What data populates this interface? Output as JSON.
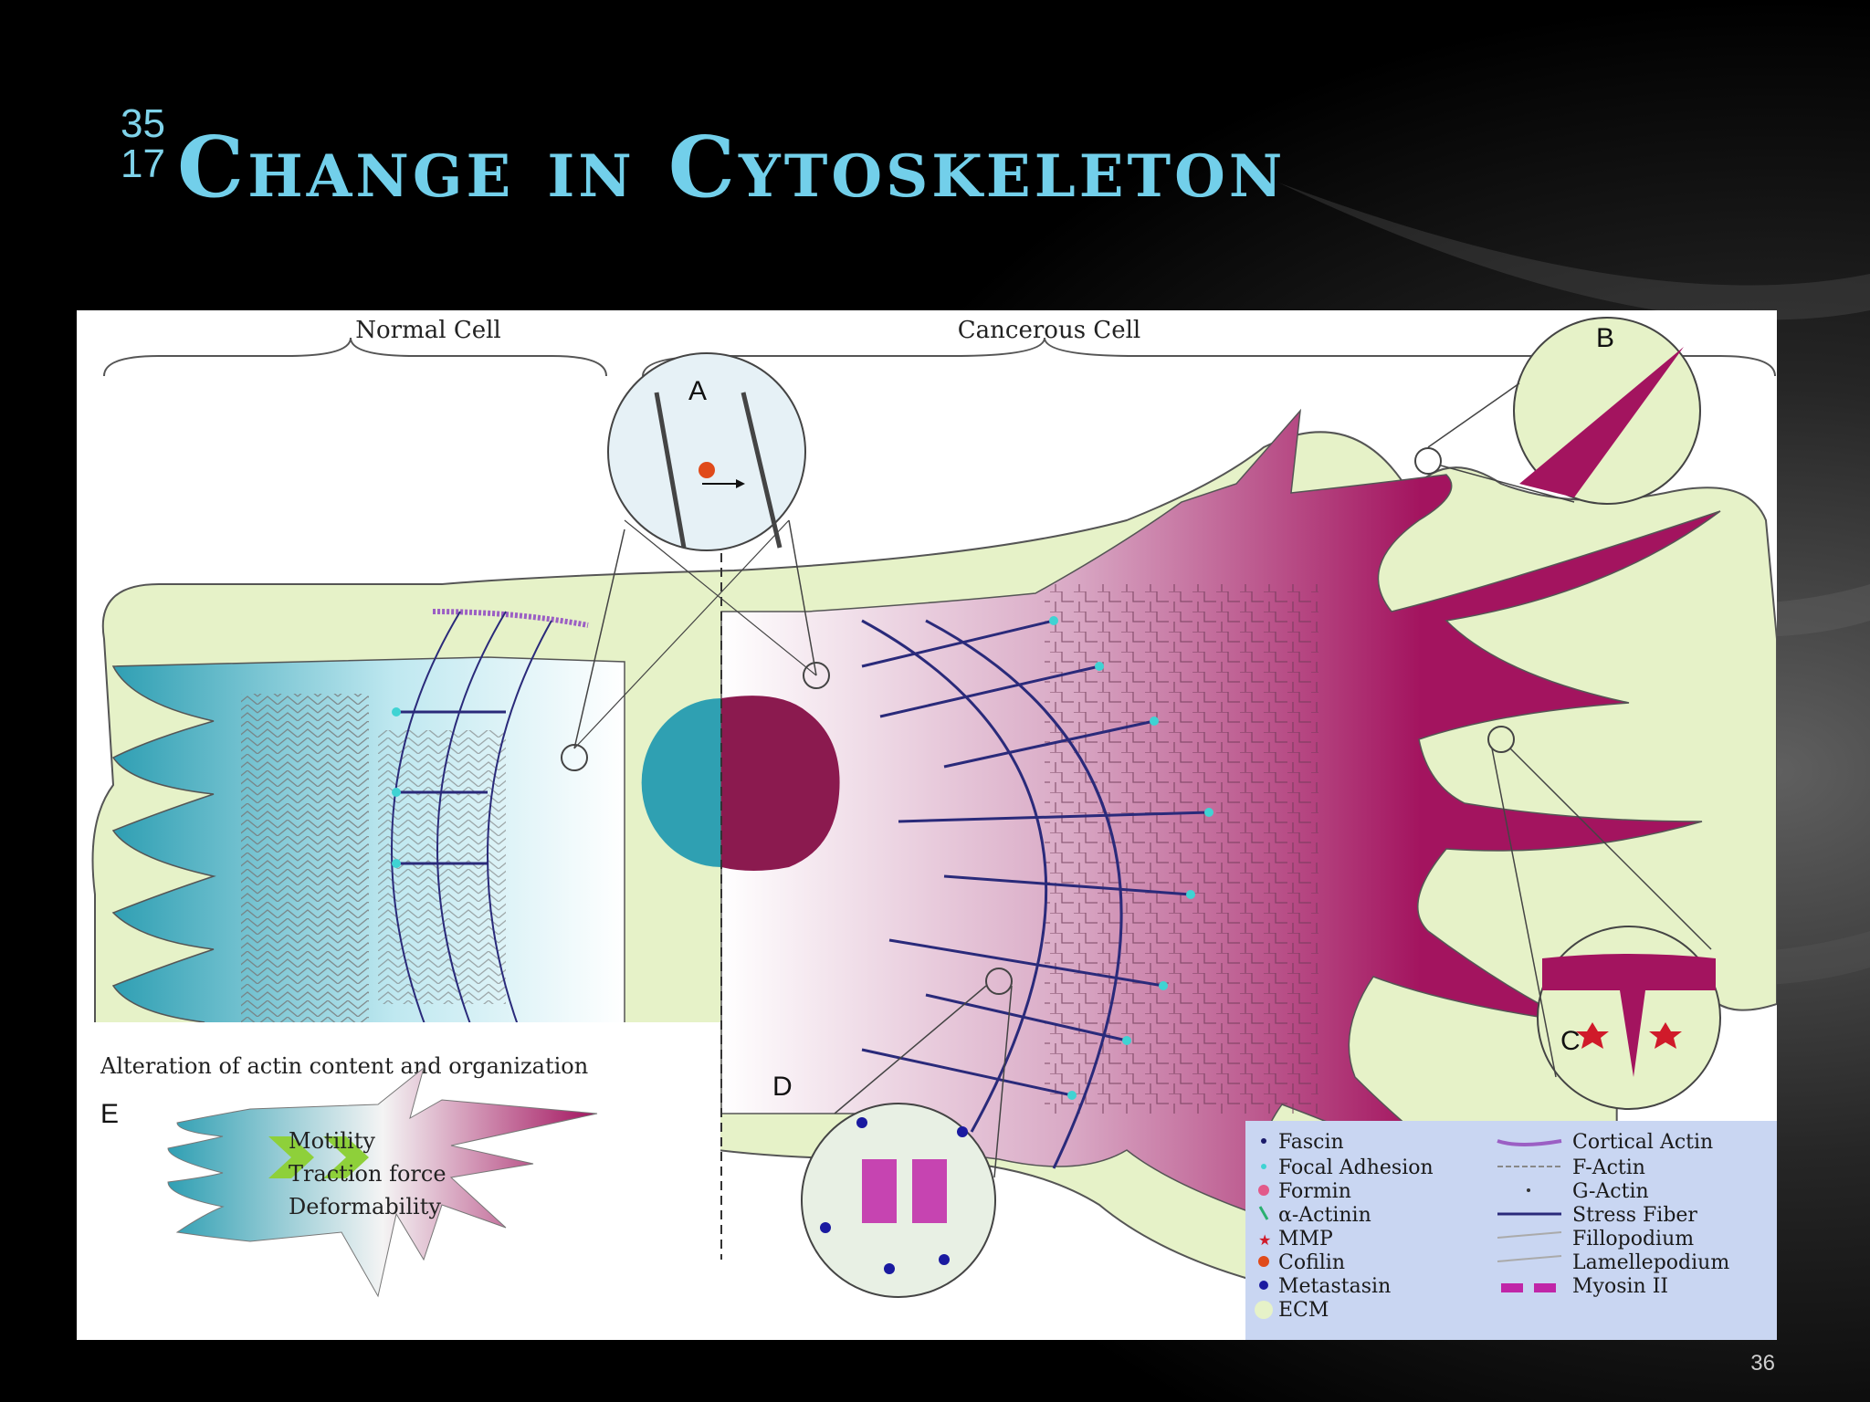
{
  "slide": {
    "title": "Change in Cytoskeleton",
    "ref_superscript": "35",
    "ref_subscript": "17",
    "page_number": "36"
  },
  "figure": {
    "normal_cell_label": "Normal Cell",
    "cancerous_cell_label": "Cancerous Cell",
    "panel_labels": {
      "a": "A",
      "b": "B",
      "c": "C",
      "d": "D",
      "e": "E"
    },
    "inset_e": {
      "heading": "Alteration of actin content and organization",
      "items": [
        "Motility",
        "Traction force",
        "Deformability"
      ]
    },
    "legend": {
      "left": [
        "Fascin",
        "Focal Adhesion",
        "Formin",
        "α-Actinin",
        "MMP",
        "Cofilin",
        "Metastasin",
        "ECM"
      ],
      "right": [
        "Cortical Actin",
        "F-Actin",
        "G-Actin",
        "Stress Fiber",
        "Fillopodium",
        "Lamellepodium",
        "Myosin II"
      ]
    },
    "colors": {
      "normal_cyan": "#2f9fb3",
      "cancer_magenta": "#a3145f",
      "ecm": "#e6f2c8",
      "stress_fiber": "#2a2a7a",
      "focal_adhesion": "#3fd3d3",
      "legend_bg": "#c9d6f2",
      "title": "#72cfea"
    }
  }
}
